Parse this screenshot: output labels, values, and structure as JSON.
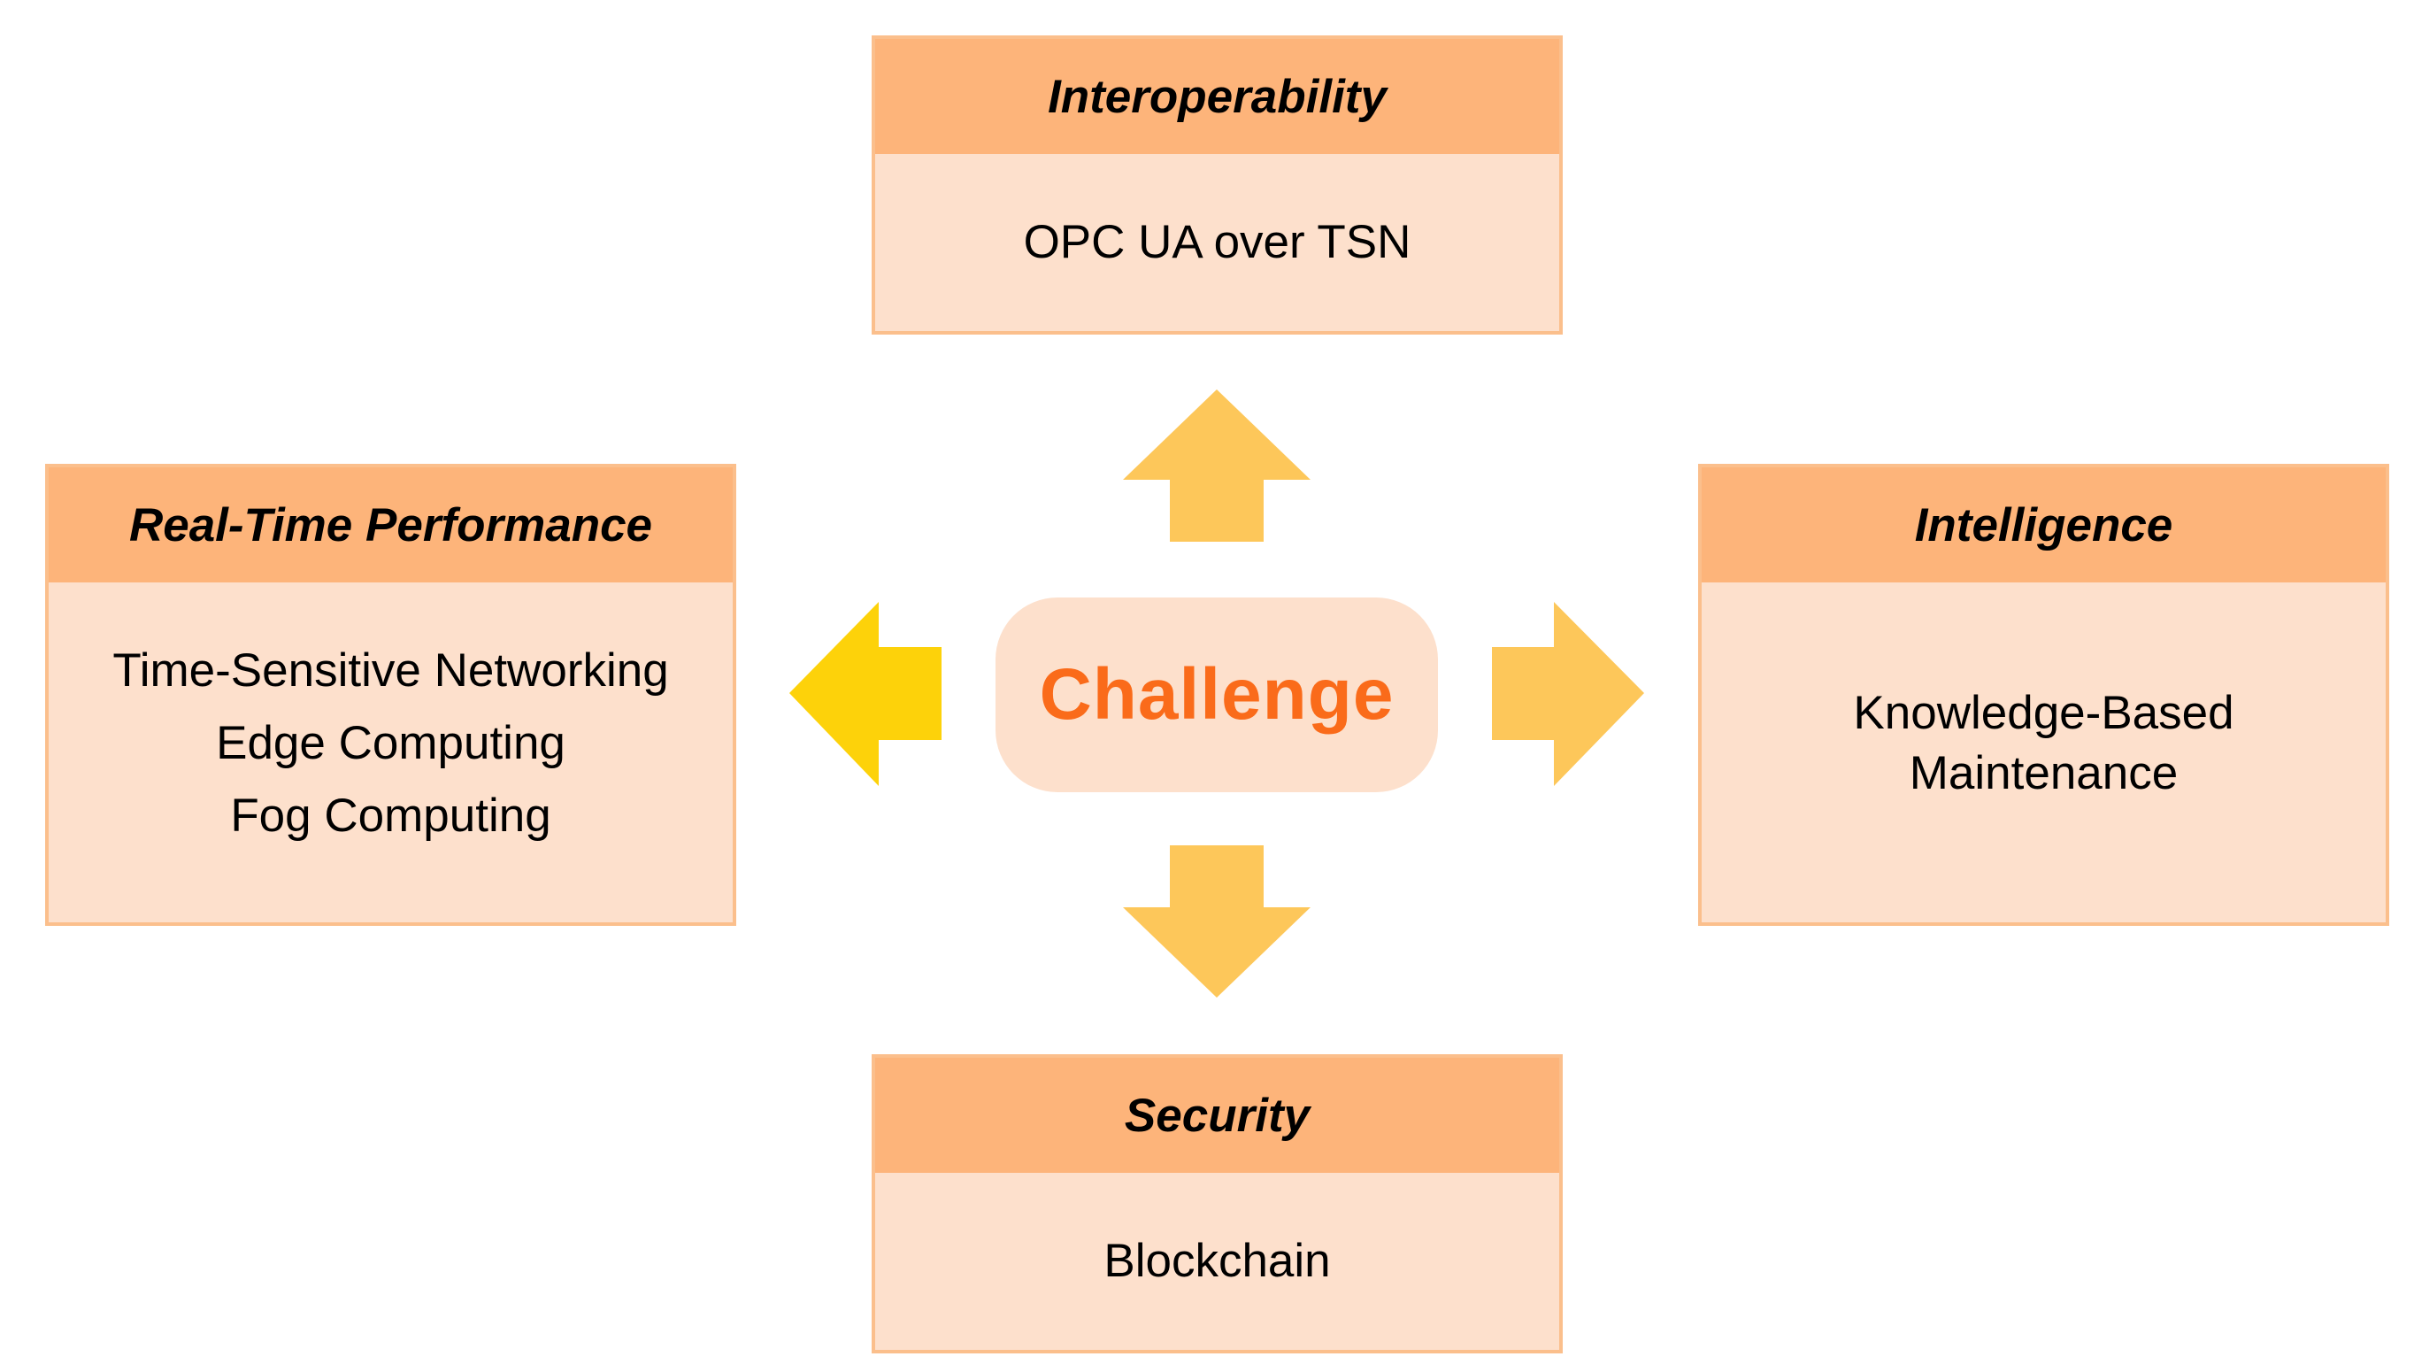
{
  "center": {
    "label": "Challenge"
  },
  "boxes": {
    "top": {
      "title": "Interoperability",
      "lines": [
        "OPC UA over TSN"
      ]
    },
    "left": {
      "title": "Real-Time Performance",
      "lines": [
        "Time-Sensitive Networking",
        "Edge Computing",
        "Fog Computing"
      ]
    },
    "right": {
      "title": "Intelligence",
      "lines": [
        "Knowledge-Based",
        "Maintenance"
      ]
    },
    "bottom": {
      "title": "Security",
      "lines": [
        "Blockchain"
      ]
    }
  },
  "colors": {
    "box_header": "#fdb47a",
    "box_body": "#fde0cc",
    "box_border": "#fbbf8c",
    "center_text": "#fa6b1a",
    "arrow": "#fdc75a",
    "arrow_left": "#fdd20a"
  }
}
